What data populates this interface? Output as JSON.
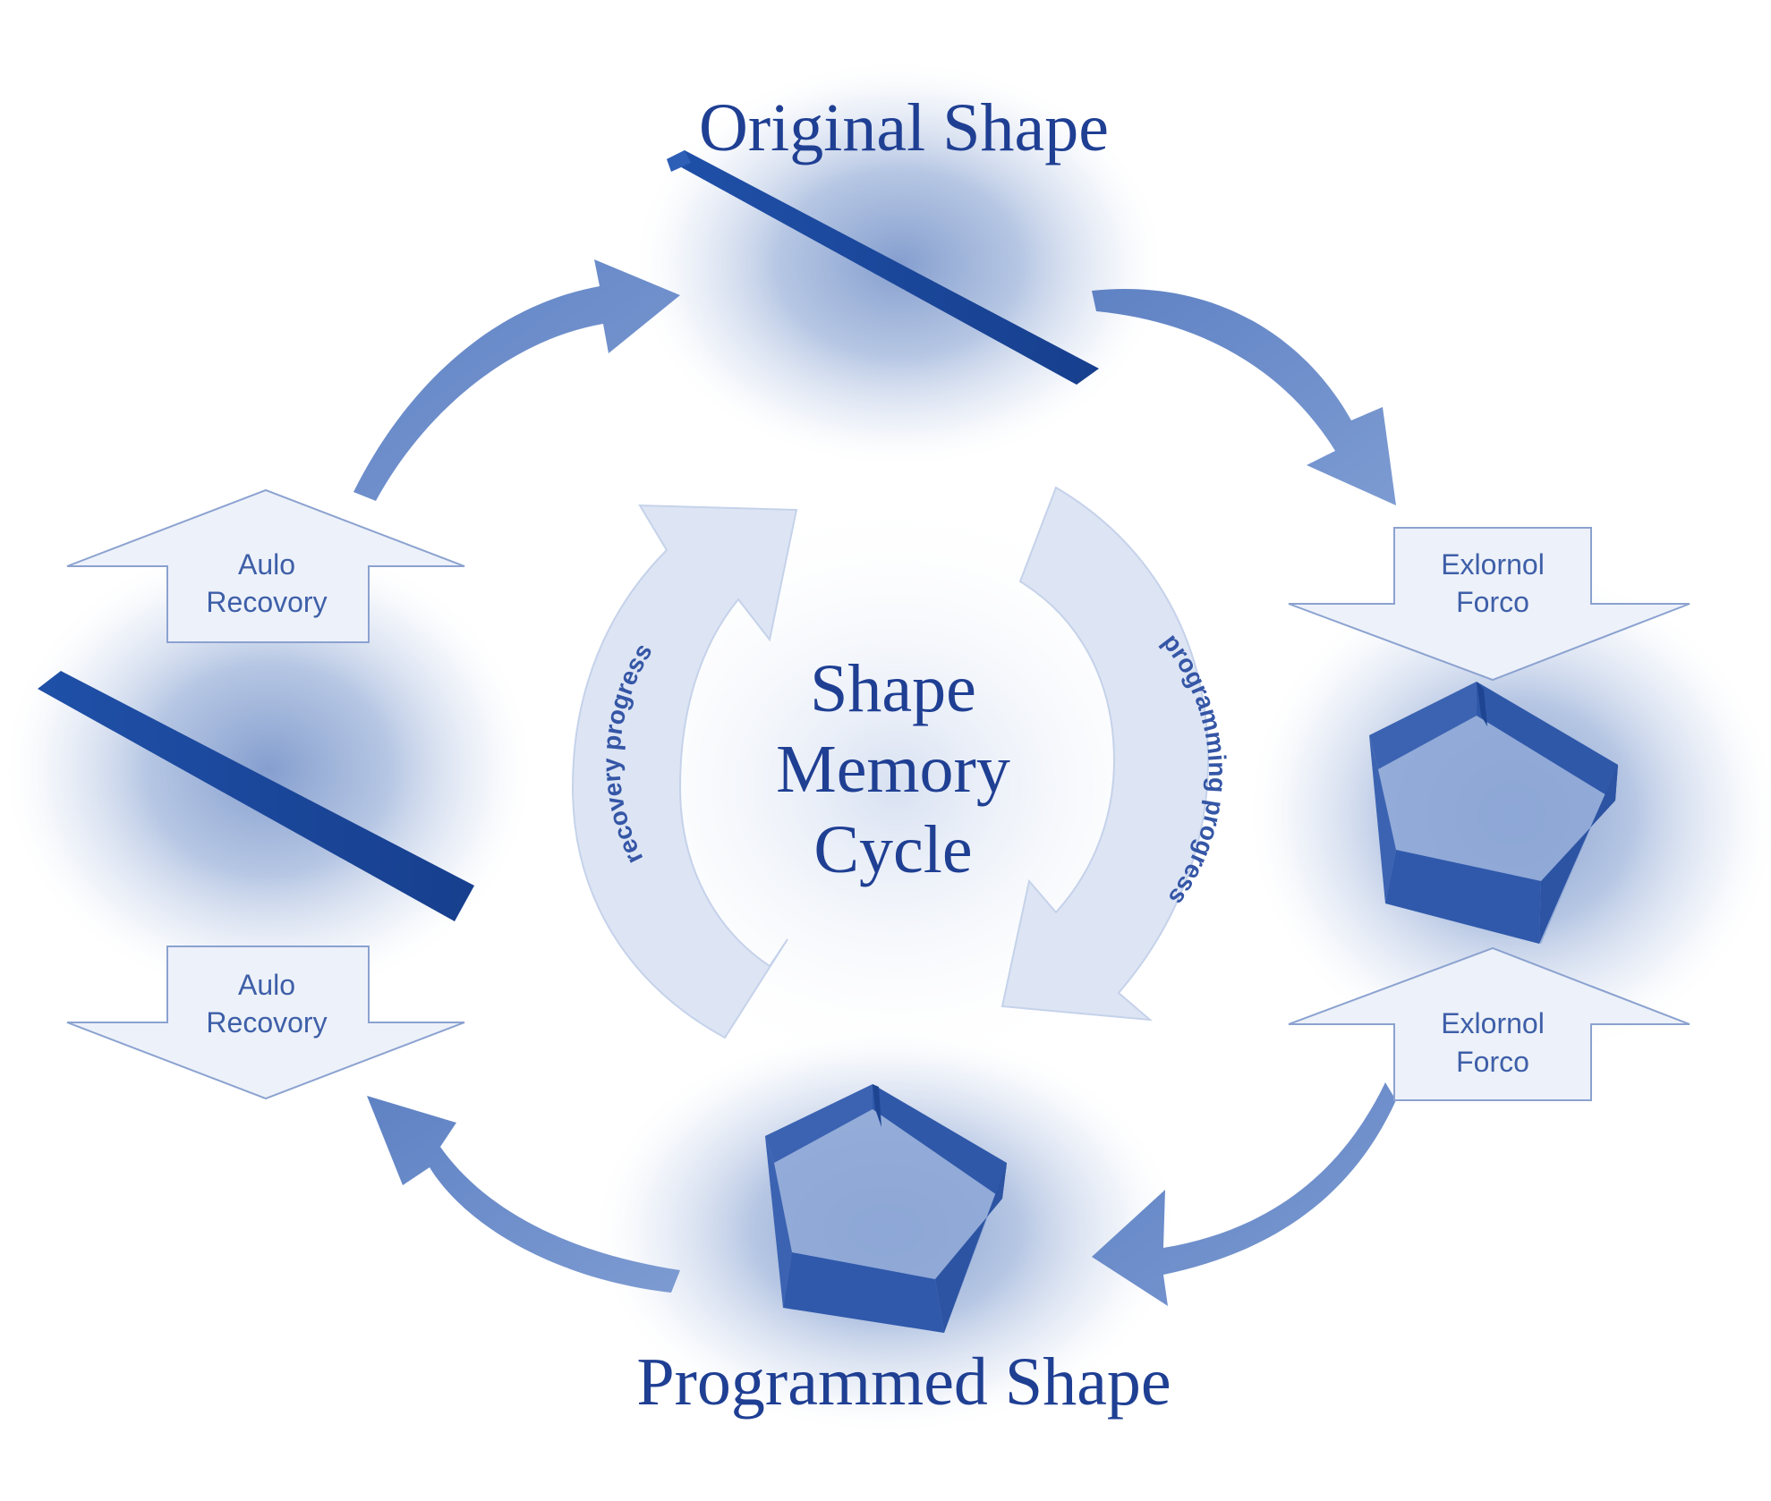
{
  "diagram": {
    "original_shape": "Original Shape",
    "programmed_shape": "Programmed Shape",
    "center_title": [
      "Shape",
      "Memory",
      "Cycle"
    ],
    "recovery_arc_label": "recovery progress",
    "programming_arc_label": "programming progress",
    "auto_recovery_top": [
      "Aulo",
      "Recovory"
    ],
    "auto_recovery_bottom": [
      "Aulo",
      "Recovory"
    ],
    "external_force_top": [
      "Exlornol",
      "Forco"
    ],
    "external_force_bottom": [
      "Exlornol",
      "Forco"
    ]
  },
  "colors": {
    "primary_blue": "#1f4fa3",
    "accent_blue": "#6f8fcb",
    "light_blue": "#dfe7f5",
    "glow_blue": "#a8bde0"
  }
}
